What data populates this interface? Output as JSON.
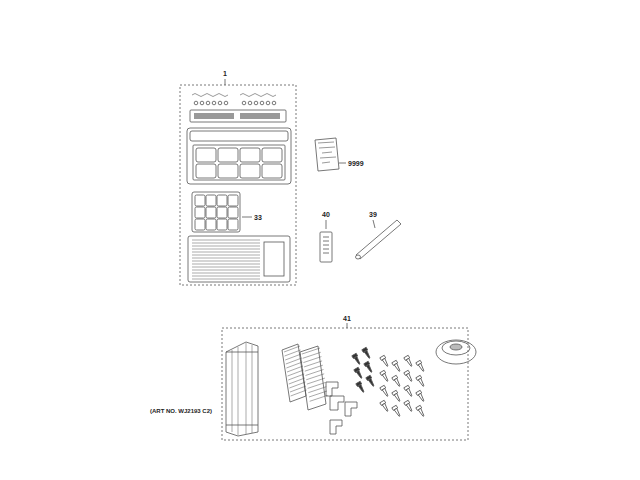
{
  "diagram": {
    "labels": [
      "1",
      "9999",
      "40",
      "39",
      "33",
      "41",
      "(ART NO. WJ2193 C2)"
    ]
  }
}
